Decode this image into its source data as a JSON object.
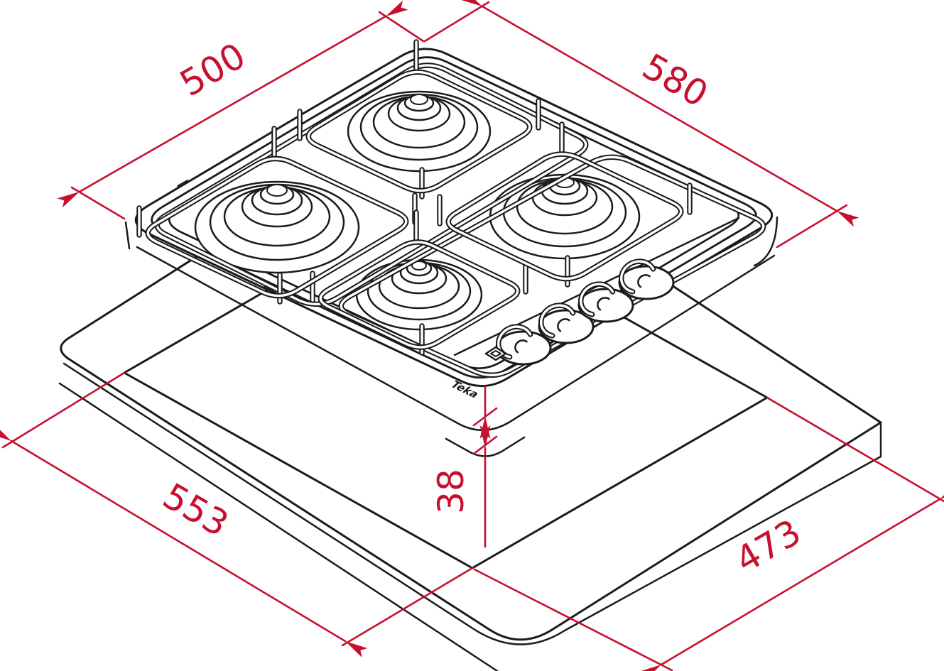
{
  "diagram": {
    "type": "isometric-installation-drawing",
    "subject": "built-in 4-burner gas hob on worktop with installation cutout",
    "background_color": "#ffffff",
    "line_color": "#1b1b1b",
    "dimension_color": "#c6102f",
    "brand": {
      "logo_text": "Teka"
    },
    "dimensions": {
      "hob_depth": {
        "value": "500",
        "location": "top-left"
      },
      "hob_width": {
        "value": "580",
        "location": "top-right"
      },
      "cutout_width": {
        "value": "553",
        "location": "bottom-left"
      },
      "cutout_depth": {
        "value": "473",
        "location": "bottom-right"
      },
      "built_in_height": {
        "value": "38",
        "location": "center"
      }
    },
    "features": {
      "burner_count": 4,
      "knob_count": 4,
      "igniter_button": 1
    }
  }
}
